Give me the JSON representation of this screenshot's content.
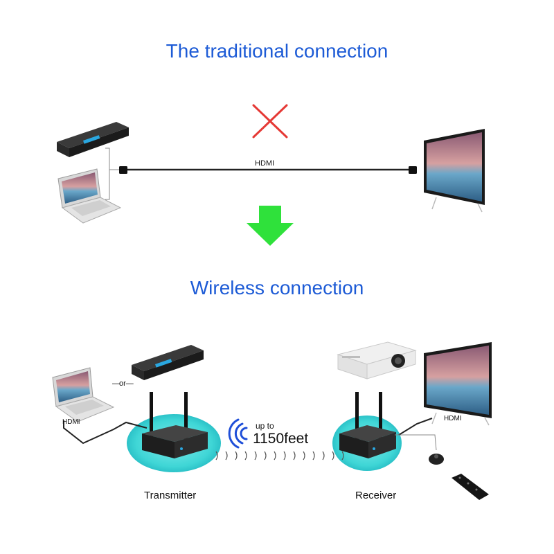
{
  "top": {
    "title": "The traditional connection",
    "cable_label": "HDMI"
  },
  "bottom": {
    "title": "Wireless connection",
    "or_label": "or",
    "hdmi_left": "HDMI",
    "hdmi_right": "HDMI",
    "range_small": "up to",
    "range_big": "1150feet",
    "transmitter": "Transmitter",
    "receiver": "Receiver"
  },
  "colors": {
    "title": "#1d5bd6",
    "cross": "#e53935",
    "arrow": "#2fe13b",
    "halo": "#3fd6d6",
    "wifi": "#1f4fd8"
  },
  "icons": [
    "red-cross-icon",
    "green-down-arrow-icon",
    "wifi-signal-icon"
  ]
}
